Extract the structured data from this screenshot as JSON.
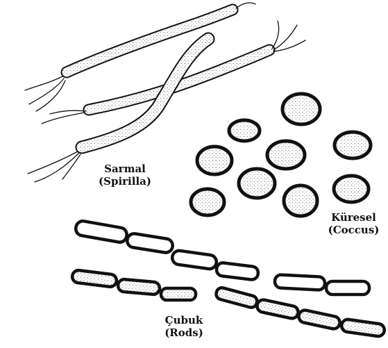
{
  "labels": {
    "spirilla": {
      "line1": "Sarmal",
      "line2": "(Spirilla)"
    },
    "coccus": {
      "line1": "Küresel",
      "line2": "(Coccus)"
    },
    "rods": {
      "line1": "Çubuk",
      "line2": "(Rods)"
    }
  },
  "colors": {
    "ink": "#111111",
    "fill": "#ffffff",
    "stipple": "#555555"
  }
}
